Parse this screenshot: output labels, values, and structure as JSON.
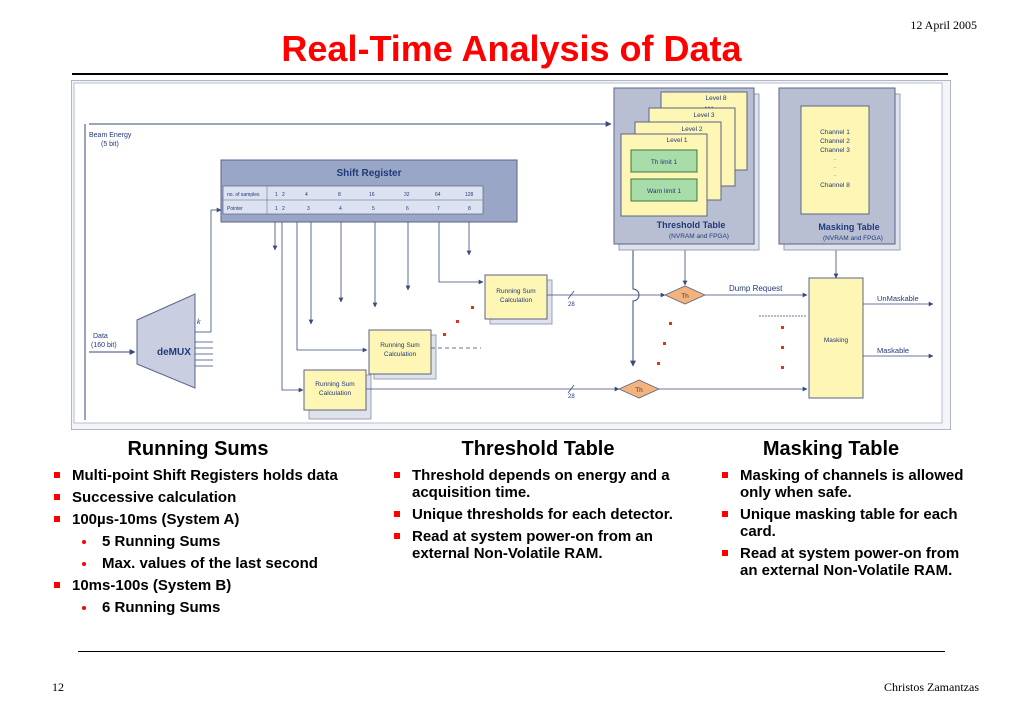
{
  "date": "12 April 2005",
  "title": "Real-Time Analysis of Data",
  "footer": {
    "page": "12",
    "author": "Christos Zamantzas"
  },
  "diagram": {
    "beam_energy": "Beam Energy",
    "beam_energy_bits": "(5 bit)",
    "data": "Data",
    "data_bits": "(160 bit)",
    "demux": "deMUX",
    "k": "k",
    "shift_register": "Shift Register",
    "no_of_samples": "no. of samples",
    "pointer": "Pointer",
    "samples": [
      "1",
      "2",
      "4",
      "8",
      "16",
      "32",
      "64",
      "128"
    ],
    "pointers": [
      "1",
      "2",
      "3",
      "4",
      "5",
      "6",
      "7",
      "8"
    ],
    "running_sum_line1": "Running Sum",
    "running_sum_line2": "Calculation",
    "bus_width": "28",
    "th": "Th",
    "dump_request": "Dump Request",
    "unmaskable": "UnMaskable",
    "maskable": "Maskable",
    "masking": "Masking",
    "levels": [
      "Level 8",
      "Level 3",
      "Level 2",
      "Level 1"
    ],
    "dots": "• • •",
    "th_limit": "Th limit 1",
    "warn_limit": "Warn limit 1",
    "threshold_table": "Threshold Table",
    "nvram_fpga": "(NVRAM and FPGA)",
    "channels": [
      "Channel 1",
      "Channel 2",
      "Channel 3",
      "Channel 8"
    ],
    "masking_table": "Masking Table"
  },
  "columns": [
    {
      "heading": "Running Sums",
      "items": [
        {
          "text": "Multi-point Shift Registers holds data",
          "level": 1
        },
        {
          "text": "Successive calculation",
          "level": 1
        },
        {
          "text": "100µs-10ms (System A)",
          "level": 1
        },
        {
          "text": "5 Running Sums",
          "level": 2
        },
        {
          "text": "Max. values of the last second",
          "level": 2
        },
        {
          "text": "10ms-100s (System B)",
          "level": 1
        },
        {
          "text": "6 Running Sums",
          "level": 2
        }
      ]
    },
    {
      "heading": "Threshold Table",
      "items": [
        {
          "text": "Threshold depends on energy and a acquisition time.",
          "level": 1
        },
        {
          "text": "Unique thresholds for each detector.",
          "level": 1
        },
        {
          "text": "Read at system power-on from an external Non-Volatile RAM.",
          "level": 1
        }
      ]
    },
    {
      "heading": "Masking Table",
      "items": [
        {
          "text": "Masking of channels is allowed only when safe.",
          "level": 1
        },
        {
          "text": "Unique masking table for each card.",
          "level": 1
        },
        {
          "text": "Read at system power-on from an external Non-Volatile RAM.",
          "level": 1
        }
      ]
    }
  ]
}
